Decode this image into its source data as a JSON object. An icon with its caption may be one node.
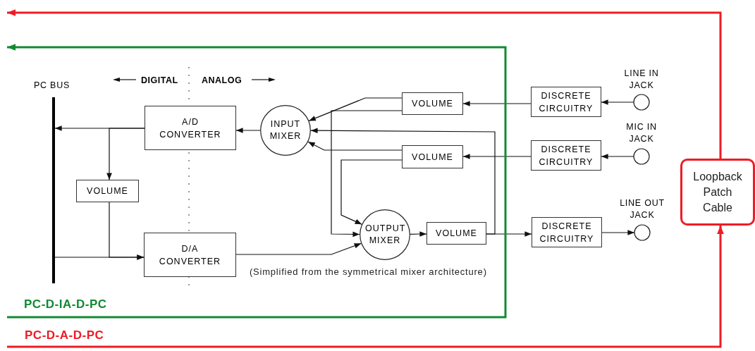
{
  "diagram": {
    "caption": "(Simplified from the symmetrical mixer architecture)",
    "nodes": [
      {
        "text": [
          "PC BUS"
        ]
      },
      {
        "text": [
          "A/D CONVERTER"
        ]
      },
      {
        "text": [
          "VOLUME"
        ]
      },
      {
        "text": [
          "D/A CONVERTER"
        ]
      },
      {
        "text": [
          "INPUT MIXER"
        ]
      },
      {
        "text": [
          "OUTPUT MIXER"
        ]
      },
      {
        "text": [
          "VOLUME"
        ]
      },
      {
        "text": [
          "VOLUME"
        ]
      },
      {
        "text": [
          "VOLUME"
        ]
      },
      {
        "text": [
          "DISCRETE CIRCUITRY"
        ]
      },
      {
        "text": [
          "DISCRETE CIRCUITRY"
        ]
      },
      {
        "text": [
          "DISCRETE CIRCUITRY"
        ]
      },
      {
        "text": [
          "LINE IN JACK"
        ]
      },
      {
        "text": [
          "MIC IN JACK"
        ]
      },
      {
        "text": [
          "LINE OUT JACK"
        ]
      },
      {
        "text": [
          "Loopback Patch Cable"
        ]
      },
      {
        "text": [
          "PC-D-IA-D-PC"
        ]
      }
    ],
    "edges": [
      {
        "from": 1,
        "to": 0,
        "arrow": "to"
      },
      {
        "from": 1,
        "to": 2,
        "arrow": "to"
      },
      {
        "from": 2,
        "to": 3,
        "arrow": "to"
      },
      {
        "from": 0,
        "to": 3,
        "arrow": "to"
      },
      {
        "from": 4,
        "to": 1,
        "arrow": "to"
      },
      {
        "from": 3,
        "to": 5,
        "arrow": "to"
      },
      {
        "from": 6,
        "to": 4,
        "arrow": "to"
      },
      {
        "from": 6,
        "to": 5,
        "arrow": "to"
      },
      {
        "from": 7,
        "to": 4,
        "arrow": "to"
      },
      {
        "from": 7,
        "to": 5,
        "arrow": "to"
      },
      {
        "from": 8,
        "to": 4,
        "arrow": "to"
      },
      {
        "from": 5,
        "to": 8,
        "arrow": "to"
      },
      {
        "from": 8,
        "to": 11,
        "arrow": "to"
      },
      {
        "from": 9,
        "to": 6,
        "arrow": "to"
      },
      {
        "from": 10,
        "to": 7,
        "arrow": "to"
      },
      {
        "from": 12,
        "to": 9,
        "arrow": "to"
      },
      {
        "from": 13,
        "to": 10,
        "arrow": "to"
      },
      {
        "from": 11,
        "to": 14,
        "arrow": "to"
      },
      {
        "from": 16,
        "to": null,
        "arrow": "to",
        "style": "thick",
        "color": "#118a33"
      },
      {
        "from": null,
        "to": 15,
        "arrow": "to",
        "label": "PC-D-A-D-PC",
        "style": "thick",
        "color": "#ee1c24"
      },
      {
        "from": 15,
        "to": null,
        "arrow": "to",
        "style": "thick",
        "color": "#ee1c24"
      }
    ],
    "labels": [
      "DIGITAL",
      "ANALOG"
    ]
  }
}
